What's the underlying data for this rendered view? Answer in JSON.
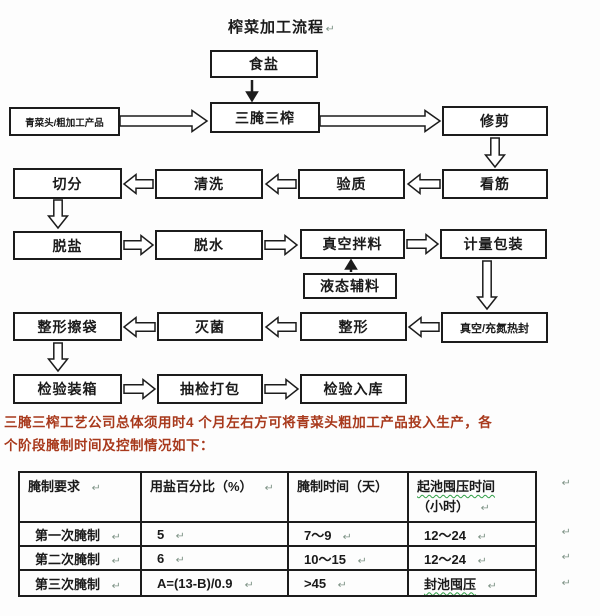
{
  "title": "榨菜加工流程",
  "marks": {
    "return_glyph": "↵"
  },
  "colors": {
    "box_border": "#1c1c1c",
    "paragraph_text": "#a8391c",
    "squiggle_underline": "#2f9e45",
    "return_mark": "#7f9487"
  },
  "flow": {
    "nodes": {
      "raw_material": "青菜头/粗加工产品",
      "salt": "食盐",
      "three_pickle_three_press": "三腌三榨",
      "trim": "修剪",
      "cut": "切分",
      "wash": "清洗",
      "quality_check": "验质",
      "check_fiber": "看筋",
      "desalt": "脱盐",
      "dewater": "脱水",
      "vacuum_mix": "真空拌料",
      "measure_pack": "计量包装",
      "liquid_aux": "液态辅料",
      "shape_wipe_bag": "整形擦袋",
      "sterilize": "灭菌",
      "shape": "整形",
      "vacuum_nitrogen_seal": "真空/充氮热封",
      "inspect_box": "检验装箱",
      "sample_pack": "抽检打包",
      "inspect_store": "检验入库"
    }
  },
  "paragraph": {
    "line1": "三腌三榨工艺公司总体须用时4 个月左右方可将青菜头粗加工产品投入生产，各",
    "line2": "个阶段腌制时间及控制情况如下："
  },
  "table": {
    "header": {
      "col1": "腌制要求",
      "col2": "用盐百分比（%）",
      "col3": "腌制时间（天）",
      "col4_line1": "起池囤压时间",
      "col4_line2": "（小时）"
    },
    "rows": [
      {
        "c1": "第一次腌制",
        "c2": "5",
        "c3": "7～9",
        "c4": "12～24"
      },
      {
        "c1": "第二次腌制",
        "c2": "6",
        "c3": "10～15",
        "c4": "12～24"
      },
      {
        "c1": "第三次腌制",
        "c2": "A=(13-B)/0.9",
        "c3": ">45",
        "c4": "封池囤压"
      }
    ]
  }
}
